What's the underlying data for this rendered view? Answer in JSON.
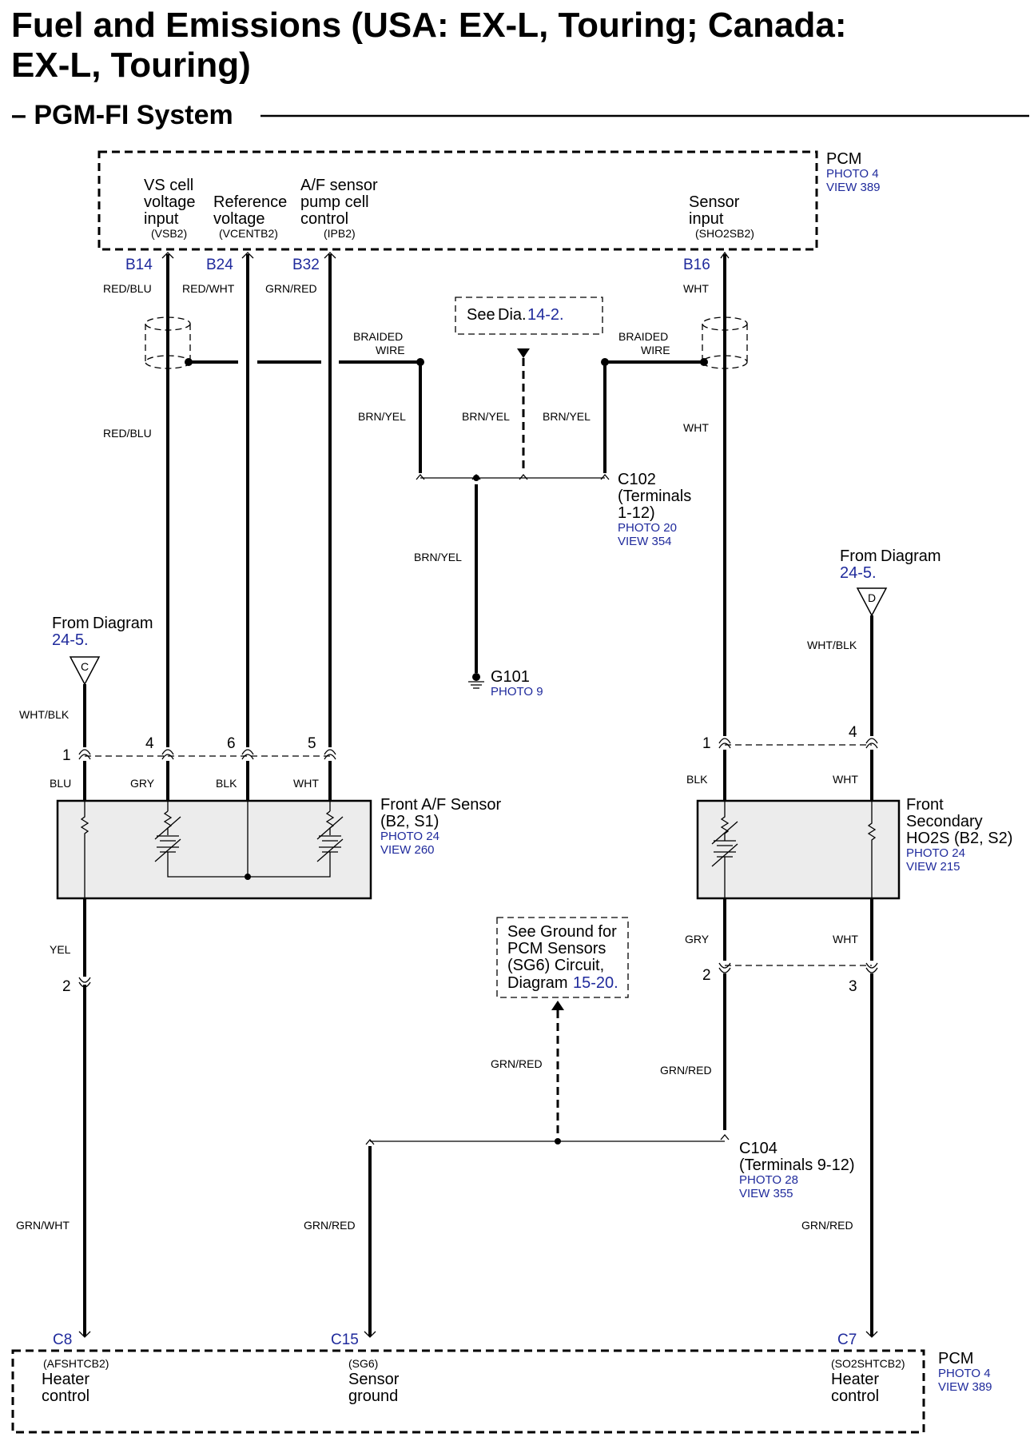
{
  "title_line1": "Fuel and Emissions (USA: EX-L, Touring; Canada:",
  "title_line2": "EX-L, Touring)",
  "subtitle": "– PGM-FI System",
  "pcm_top": {
    "label": "PCM",
    "photo": "PHOTO 4",
    "view": "VIEW 389",
    "func_vs": [
      "VS cell",
      "voltage",
      "input"
    ],
    "sig_vs": "(VSB2)",
    "func_ref": [
      "Reference",
      "voltage"
    ],
    "sig_ref": "(VCENTB2)",
    "func_af": [
      "A/F sensor",
      "pump cell",
      "control"
    ],
    "sig_af": "(IPB2)",
    "func_sensor": [
      "Sensor",
      "input"
    ],
    "sig_sensor": "(SHO2SB2)",
    "pins": [
      "B14",
      "B24",
      "B32",
      "B16"
    ]
  },
  "pcm_bottom": {
    "label": "PCM",
    "photo": "PHOTO 4",
    "view": "VIEW 389",
    "pins": [
      "C8",
      "C15",
      "C7"
    ],
    "sig_c8": "(AFSHTCB2)",
    "func_c8": [
      "Heater",
      "control"
    ],
    "sig_c15": "(SG6)",
    "func_c15": [
      "Sensor",
      "ground"
    ],
    "sig_c7": "(SO2SHTCB2)",
    "func_c7": [
      "Heater",
      "control"
    ]
  },
  "wires": {
    "red_blu": "RED/BLU",
    "red_wht": "RED/WHT",
    "grn_red": "GRN/RED",
    "wht": "WHT",
    "brn_yel": "BRN/YEL",
    "wht_blk": "WHT/BLK",
    "blu": "BLU",
    "gry": "GRY",
    "blk": "BLK",
    "yel": "YEL",
    "grn_wht": "GRN/WHT",
    "braided1": "BRAIDED",
    "braided2": "WIRE"
  },
  "see_dia": {
    "prefix": "See",
    "word": "Dia.",
    "ref": "14-2."
  },
  "c102": {
    "name": "C102",
    "line2": "(Terminals",
    "line3": "1-12)",
    "photo": "PHOTO 20",
    "view": "VIEW 354"
  },
  "g101": {
    "name": "G101",
    "photo": "PHOTO 9"
  },
  "from_left": {
    "text": "From",
    "word": "Diagram",
    "ref": "24-5.",
    "letter": "C"
  },
  "from_right": {
    "text": "From",
    "word": "Diagram",
    "ref": "24-5.",
    "letter": "D"
  },
  "af_sensor": {
    "line1": "Front A/F Sensor",
    "line2": "(B2, S1)",
    "photo": "PHOTO 24",
    "view": "VIEW 260",
    "pins_top": [
      "1",
      "4",
      "6",
      "5"
    ],
    "pin_bottom": "2"
  },
  "ho2s": {
    "line1": "Front",
    "line2": "Secondary",
    "line3": "HO2S (B2, S2)",
    "photo": "PHOTO 24",
    "view": "VIEW 215",
    "pins_top": [
      "1",
      "4"
    ],
    "pins_bottom": [
      "2",
      "3"
    ]
  },
  "see_ground": {
    "line1": "See Ground for",
    "line2": "PCM Sensors",
    "line3": "(SG6) Circuit,",
    "line4": "Diagram",
    "ref": "15-20."
  },
  "c104": {
    "name": "C104",
    "line2": "(Terminals 9-12)",
    "photo": "PHOTO 28",
    "view": "VIEW 355"
  },
  "colors": {
    "link": "#1f2a9c",
    "box_fill": "#ececec"
  }
}
